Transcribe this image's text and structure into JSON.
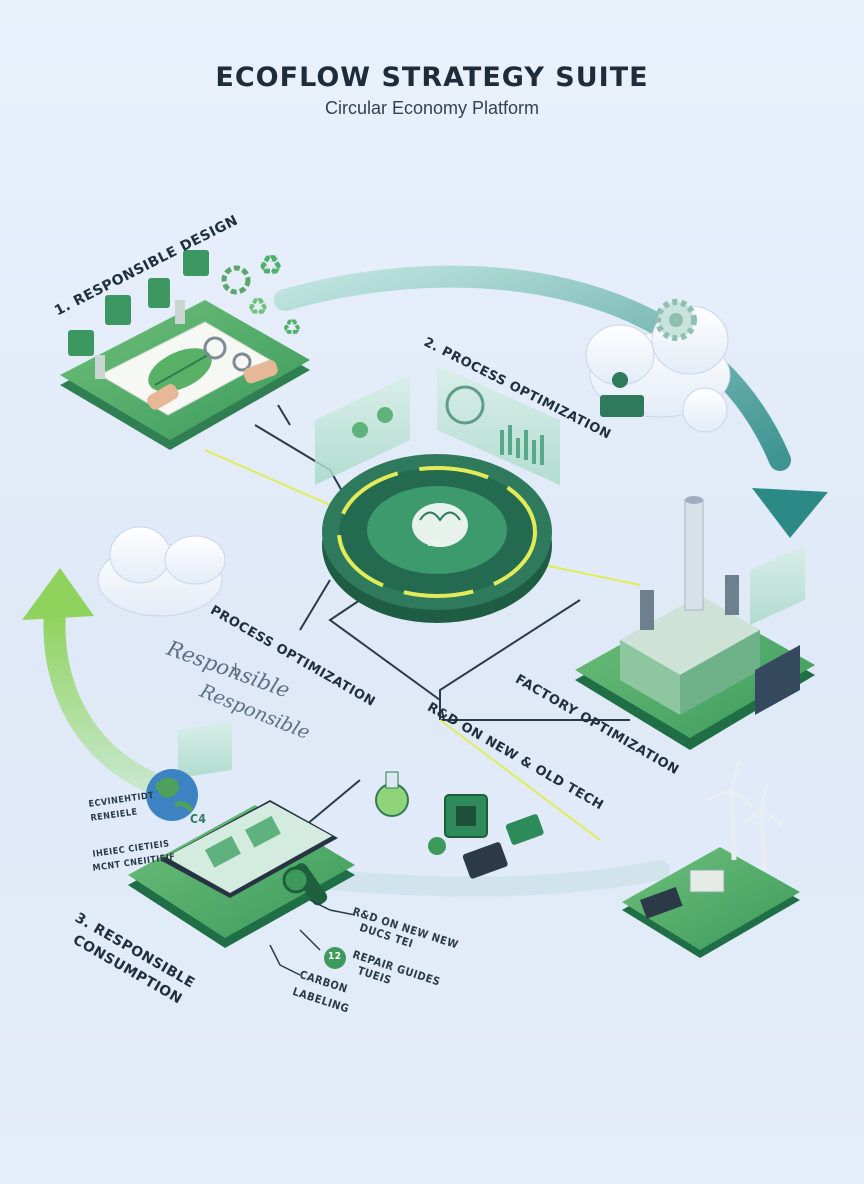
{
  "header": {
    "title": "ECOFLOW STRATEGY SUITE",
    "subtitle": "Circular Economy Platform"
  },
  "stages": {
    "design": "1. RESPONSIBLE DESIGN",
    "process": "2. PROCESS OPTIMIZATION",
    "consumption_line1": "3. RESPONSIBLE",
    "consumption_line2": "CONSUMPTION"
  },
  "hub": {
    "label": "AI"
  },
  "branches": {
    "process": "PROCESS OPTIMIZATION",
    "factory": "FACTORY OPTIMIZATION",
    "rd": "R&D ON NEW & OLD TECH"
  },
  "handwritten": {
    "line1": "Responsible",
    "arrow": "↓",
    "line2": "Responsible"
  },
  "consumption_callouts": {
    "rd_line1": "R&D ON NEW NEW",
    "rd_line2": "DUCS TEI",
    "repair_line1": "REPAIR GUIDES",
    "repair_line2": "TUEIS",
    "carbon_line1": "CARBON",
    "carbon_line2": "LABELING",
    "badge": "12"
  },
  "earth_badge": "C4",
  "side_notes": {
    "a1": "ECVINEHTIDT",
    "a2": "RENEIELE",
    "b1": "IHEIEC CIETIEIS",
    "b2": "MCNT CNEIITIEIF"
  },
  "colors": {
    "green": "#3d9a5c",
    "green_dark": "#1f6e45",
    "teal": "#2f8d8a",
    "lime": "#dbeb5a",
    "sky": "#dbe7f6"
  }
}
